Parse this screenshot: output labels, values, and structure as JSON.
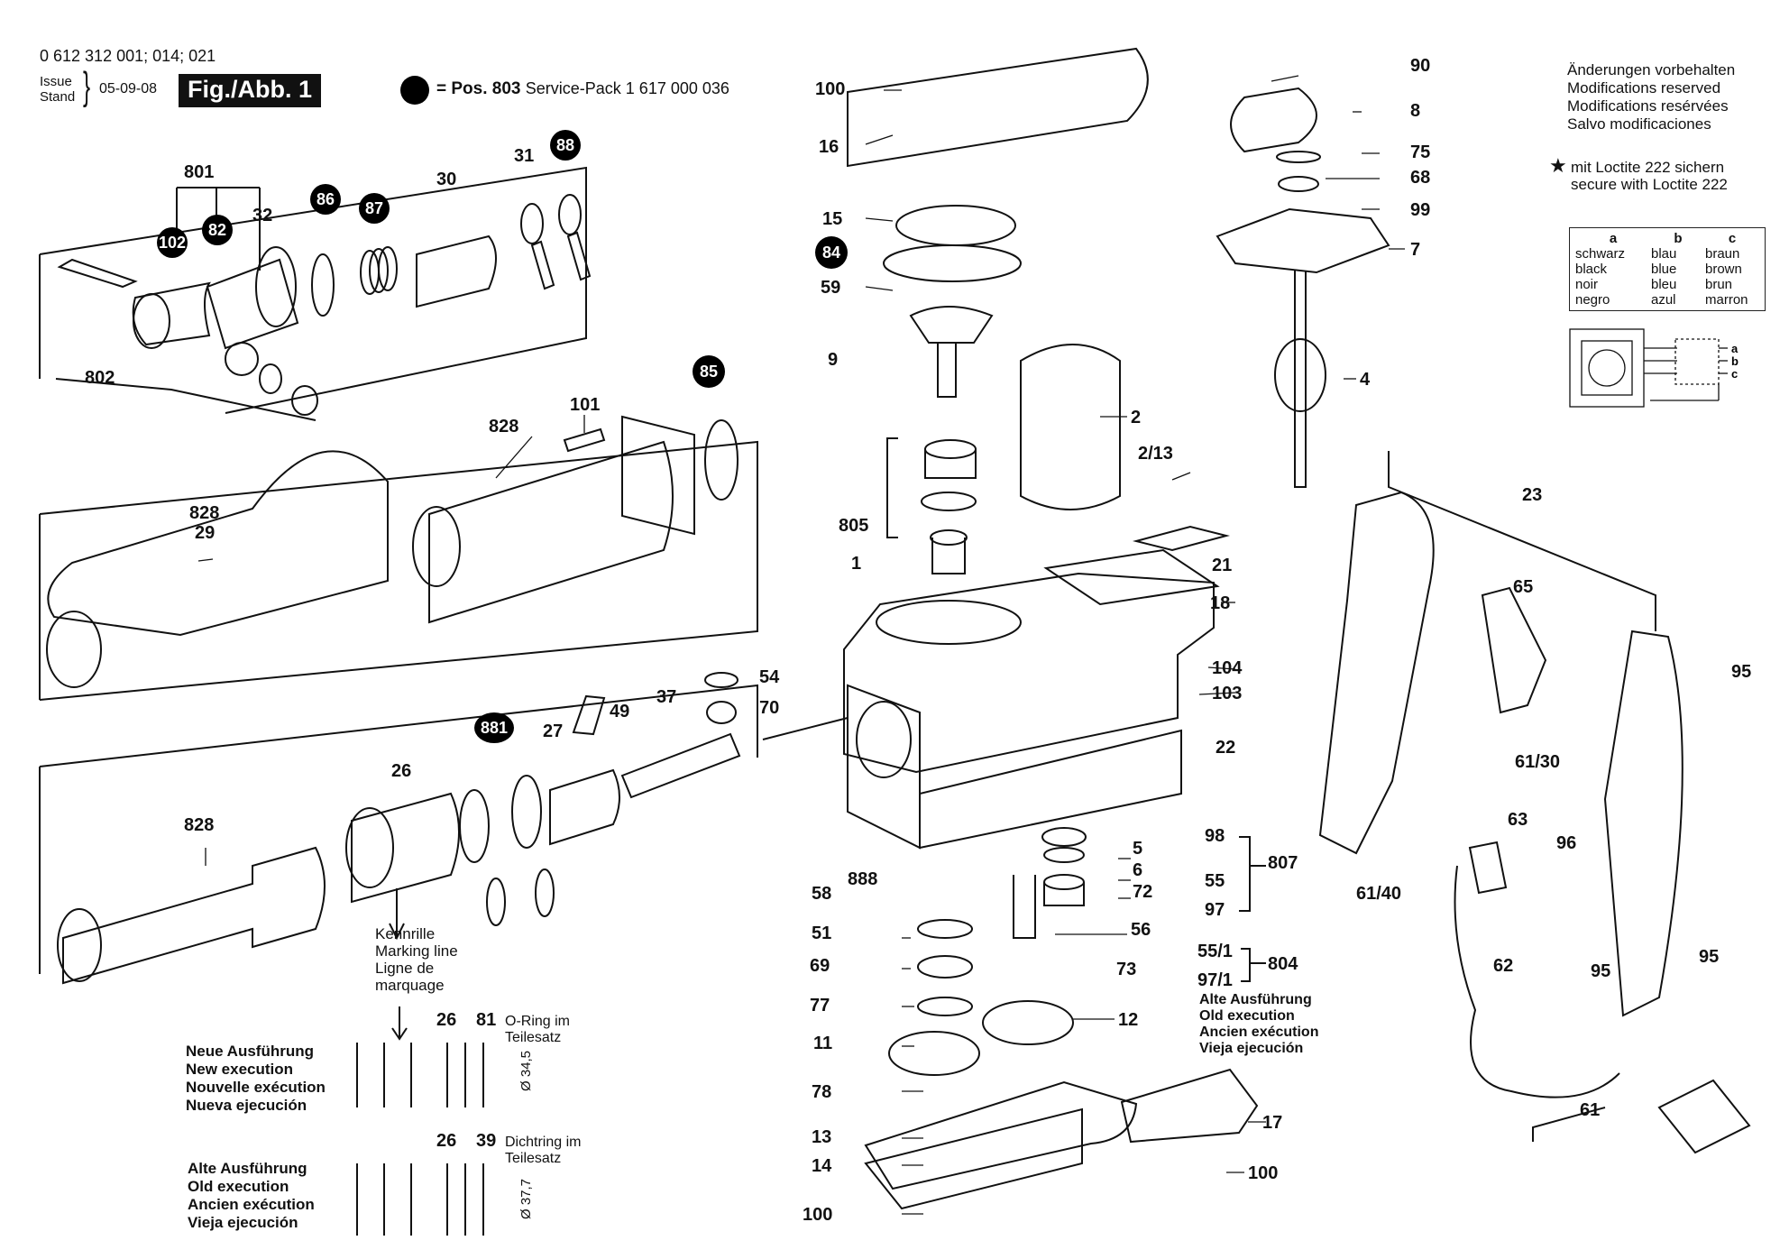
{
  "header": {
    "part_numbers": "0 612 312 001; 014; 021",
    "issue_label": "Issue",
    "stand_label": "Stand",
    "date": "05-09-08",
    "fig_label": "Fig./Abb. 1",
    "pos_label": "= Pos. 803",
    "service_pack": "Service-Pack 1 617 000 036"
  },
  "modifications": [
    "Änderungen vorbehalten",
    "Modifications reserved",
    "Modifications resérvées",
    "Salvo modificaciones"
  ],
  "loctite": {
    "star": "★",
    "line1": "mit Loctite 222 sichern",
    "line2": "secure with Loctite 222"
  },
  "color_table": {
    "a": [
      "a",
      "schwarz",
      "black",
      "noir",
      "negro"
    ],
    "b": [
      "b",
      "blau",
      "blue",
      "bleu",
      "azul"
    ],
    "c": [
      "c",
      "braun",
      "brown",
      "brun",
      "marron"
    ]
  },
  "schematic": {
    "terminals": [
      "a",
      "b",
      "c"
    ]
  },
  "notes": {
    "kennrille": [
      "Kennrille",
      "Marking line",
      "Ligne de",
      "marquage"
    ],
    "neue": [
      "Neue Ausführung",
      "New execution",
      "Nouvelle exécution",
      "Nueva ejecución"
    ],
    "alte": [
      "Alte Ausführung",
      "Old execution",
      "Ancien exécution",
      "Vieja ejecución"
    ],
    "oring": [
      "O-Ring im",
      "Teilesatz"
    ],
    "dicht": [
      "Dichtring im",
      "Teilesatz"
    ],
    "alte_right": [
      "Alte Ausführung",
      "Old execution",
      "Ancien exécution",
      "Vieja ejecución"
    ],
    "dia1": "Ø 34,5",
    "dia2": "Ø 37,7"
  },
  "circled_labels": [
    "102",
    "82",
    "86",
    "87",
    "88",
    "84",
    "85",
    "881"
  ],
  "part_labels": {
    "p801": "801",
    "p32": "32",
    "p30": "30",
    "p31": "31",
    "p802": "802",
    "p828a": "828",
    "p101": "101",
    "p828b": "828",
    "p29": "29",
    "p54": "54",
    "p49": "49",
    "p37": "37",
    "p70": "70",
    "p27": "27",
    "p26": "26",
    "p828c": "828",
    "p100a": "100",
    "p16": "16",
    "p15": "15",
    "p59": "59",
    "p9": "9",
    "p805": "805",
    "p1": "1",
    "p2": "2",
    "p213": "2/13",
    "p21": "21",
    "p18": "18",
    "p104": "104",
    "p103": "103",
    "p22": "22",
    "p98": "98",
    "p807": "807",
    "p55": "55",
    "p97": "97",
    "p5": "5",
    "p6": "6",
    "p72": "72",
    "p56": "56",
    "p58": "58",
    "p888": "888",
    "p51": "51",
    "p69": "69",
    "p77": "77",
    "p11": "11",
    "p78": "78",
    "p13": "13",
    "p14": "14",
    "p100b": "100",
    "p73": "73",
    "p12": "12",
    "p551": "55/1",
    "p971": "97/1",
    "p804": "804",
    "p17": "17",
    "p100c": "100",
    "p90": "90",
    "p8": "8",
    "p75": "75",
    "p68": "68",
    "p99": "99",
    "p7": "7",
    "p4": "4",
    "p23": "23",
    "p65": "65",
    "p95a": "95",
    "p6130": "61/30",
    "p63": "63",
    "p96": "96",
    "p6140": "61/40",
    "p62": "62",
    "p95b": "95",
    "p95c": "95",
    "p61": "61",
    "p26b": "26",
    "p81": "81",
    "p26c": "26",
    "p39": "39"
  }
}
